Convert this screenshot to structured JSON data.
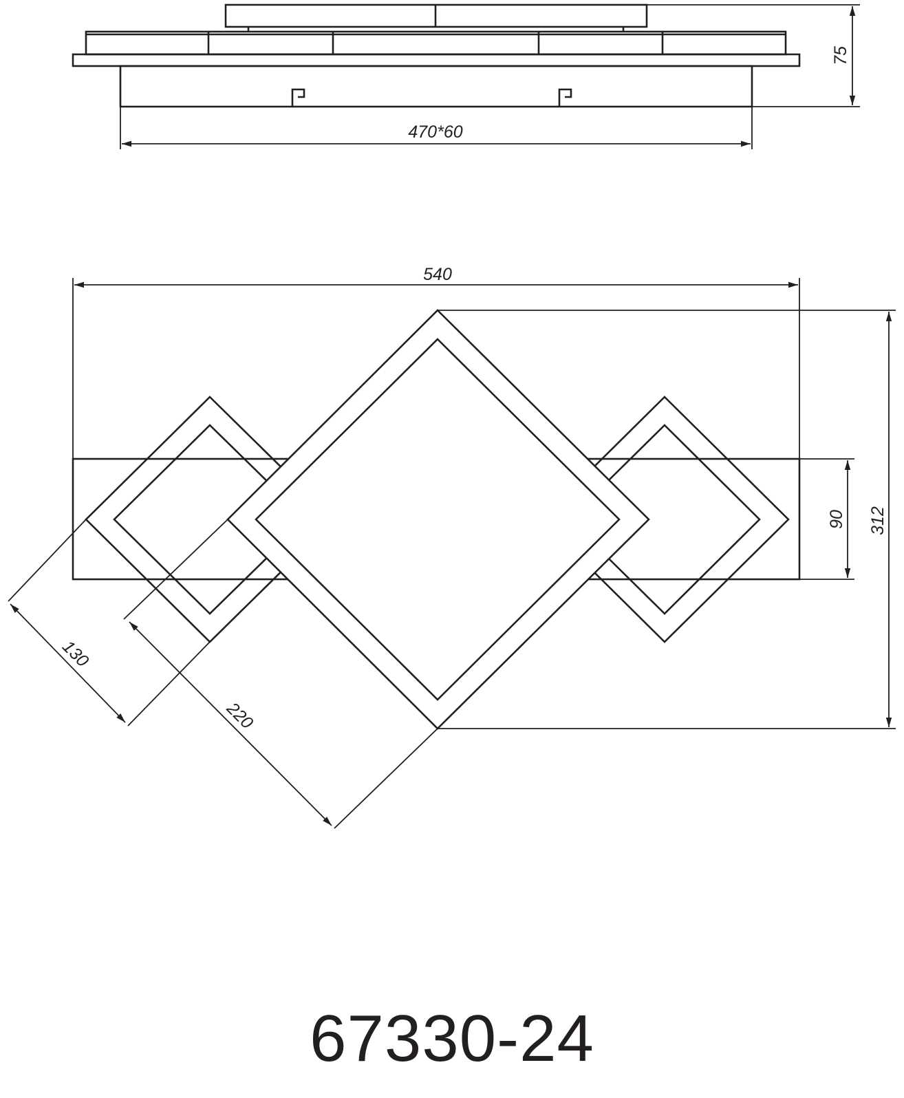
{
  "drawing": {
    "model_number": "67330-24",
    "dimensions": {
      "side_view_width": "470*60",
      "side_view_height": "75",
      "overall_width": "540",
      "overall_height": "312",
      "base_height": "90",
      "small_square": "130",
      "large_square": "220"
    },
    "line_color": "#231f20"
  }
}
